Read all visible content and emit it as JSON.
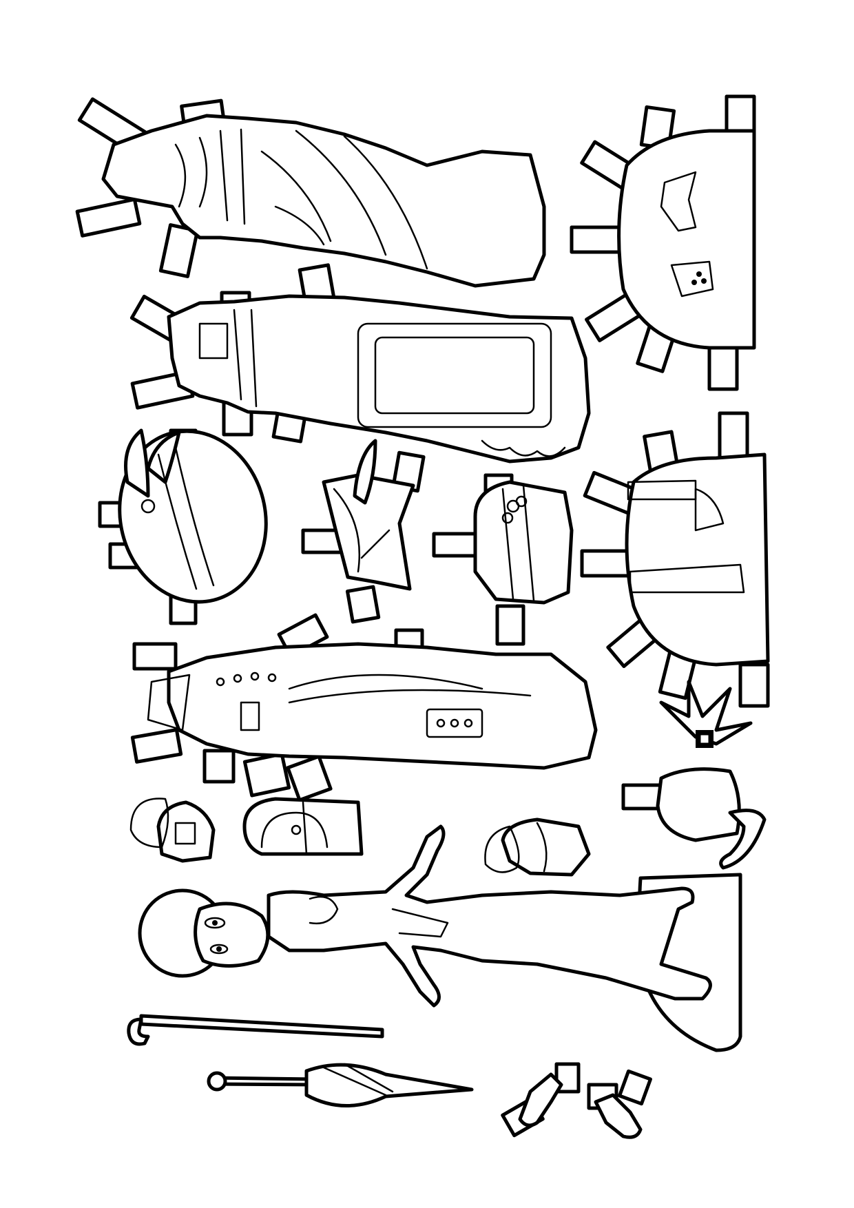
{
  "page": {
    "background": "#ffffff",
    "line_color": "#000000"
  },
  "pieces": [
    {
      "name": "dress-bustle-with-sash",
      "type": "dress"
    },
    {
      "name": "dress-apron-front",
      "type": "dress"
    },
    {
      "name": "dress-buttoned-tunic",
      "type": "dress"
    },
    {
      "name": "petticoat-with-slippers",
      "type": "petticoat"
    },
    {
      "name": "petticoat-with-lace-boots",
      "type": "petticoat"
    },
    {
      "name": "hat-large-feathered",
      "type": "hat"
    },
    {
      "name": "hat-quill-bonnet",
      "type": "hat"
    },
    {
      "name": "hat-flower-toque",
      "type": "hat"
    },
    {
      "name": "hat-palm-plume-with-ribbon",
      "type": "hat"
    },
    {
      "name": "handbag-beaded",
      "type": "handbag"
    },
    {
      "name": "handbag-frame-purse",
      "type": "handbag"
    },
    {
      "name": "handbag-drawstring",
      "type": "handbag"
    },
    {
      "name": "paper-doll-body",
      "type": "doll"
    },
    {
      "name": "walking-cane",
      "type": "accessory"
    },
    {
      "name": "folded-parasol",
      "type": "accessory"
    },
    {
      "name": "glove-left",
      "type": "accessory"
    },
    {
      "name": "glove-right",
      "type": "accessory"
    }
  ]
}
